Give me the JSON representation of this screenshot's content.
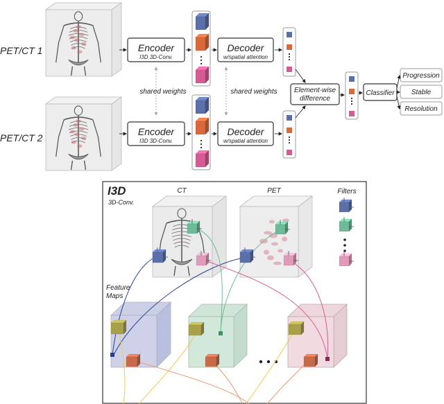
{
  "inputs": [
    {
      "label": "PET/CT 1"
    },
    {
      "label": "PET/CT 2"
    }
  ],
  "encoder": {
    "title": "Encoder",
    "subtitle": "I3D 3D-Conv."
  },
  "decoder": {
    "title": "Decoder",
    "subtitle": "w/spatial attention"
  },
  "shared_weights": "shared weights",
  "difference": {
    "line1": "Element-wise",
    "line2": "difference"
  },
  "classifier": "Classifier",
  "outputs": [
    "Progression",
    "Stable",
    "Resolution"
  ],
  "i3d_panel": {
    "title": "I3D",
    "subtitle": "3D-Conv.",
    "ct_label": "CT",
    "pet_label": "PET",
    "filters_label": "Filters",
    "feature_maps_line1": "Feature",
    "feature_maps_line2": "Maps"
  },
  "colors": {
    "blue": "#5b6fa8",
    "orange": "#d9683a",
    "pink": "#d45b94",
    "green": "#6dbb98",
    "yellow": "#f2c94c",
    "olive": "#a8a04a",
    "navy": "#2c3f8c"
  }
}
